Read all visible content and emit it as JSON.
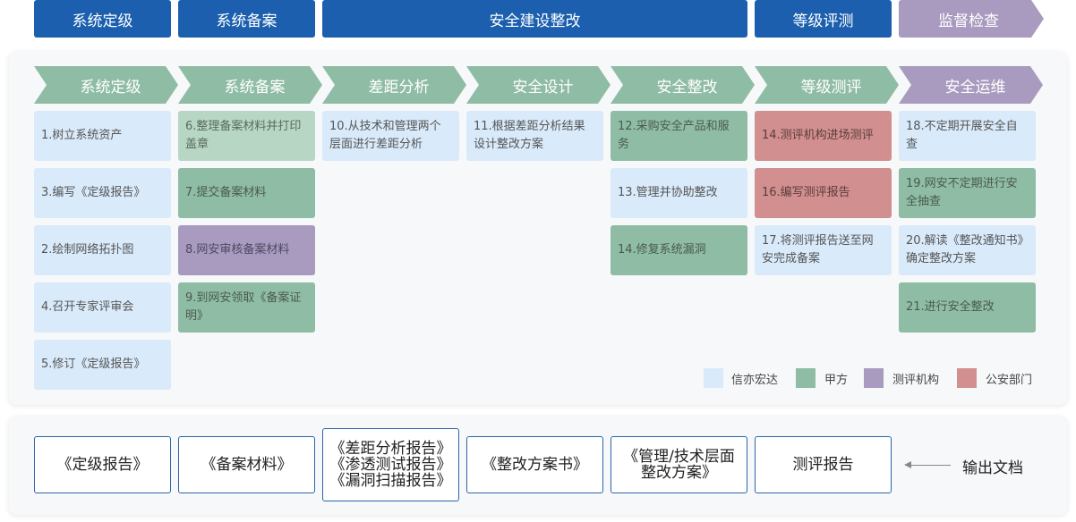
{
  "phases": [
    "系统定级",
    "系统备案",
    "安全建设整改",
    "等级评测",
    "监督检查"
  ],
  "steps": [
    "系统定级",
    "系统备案",
    "差距分析",
    "安全设计",
    "安全整改",
    "等级测评",
    "安全运维"
  ],
  "cards": {
    "c1": "1.树立系统资产",
    "c3": "3.编写《定级报告》",
    "c2": "2.绘制网络拓扑图",
    "c4": "4.召开专家评审会",
    "c5": "5.修订《定级报告》",
    "c6": "6.整理备案材料并打印盖章",
    "c7": "7.提交备案材料",
    "c8": "8.网安审核备案材料",
    "c9": "9.到网安领取《备案证明》",
    "c10": "10.从技术和管理两个层面进行差距分析",
    "c11": "11.根据差距分析结果设计整改方案",
    "c12": "12.采购安全产品和服务",
    "c13": "13.管理并协助整改",
    "c14": "14.修复系统漏洞",
    "c15": "14.测评机构进场测评",
    "c16": "16.编写测评报告",
    "c17": "17.将测评报告送至网安完成备案",
    "c18": "18.不定期开展安全自查",
    "c19": "19.网安不定期进行安全抽查",
    "c20": "20.解读《整改通知书》确定整改方案",
    "c21": "21.进行安全整改"
  },
  "legend": [
    {
      "label": "信亦宏达",
      "color": "#d9eafa"
    },
    {
      "label": "甲方",
      "color": "#8fbca4"
    },
    {
      "label": "测评机构",
      "color": "#a89bbf"
    },
    {
      "label": "公安部门",
      "color": "#d18f8f"
    }
  ],
  "outputs": {
    "doc1": "《定级报告》",
    "doc2": "《备案材料》",
    "doc3_lines": [
      "《差距分析报告》",
      "《渗透测试报告》",
      "《漏洞扫描报告》"
    ],
    "doc4": "《整改方案书》",
    "doc5_lines": [
      "《管理/技术层面",
      "整改方案》"
    ],
    "doc6": "测评报告",
    "label": "输出文档"
  },
  "colors": {
    "phase_blue": "#1b5fae",
    "phase_purple": "#a89bbf",
    "step_green": "#8fbca4",
    "step_purple": "#a89bbf"
  }
}
